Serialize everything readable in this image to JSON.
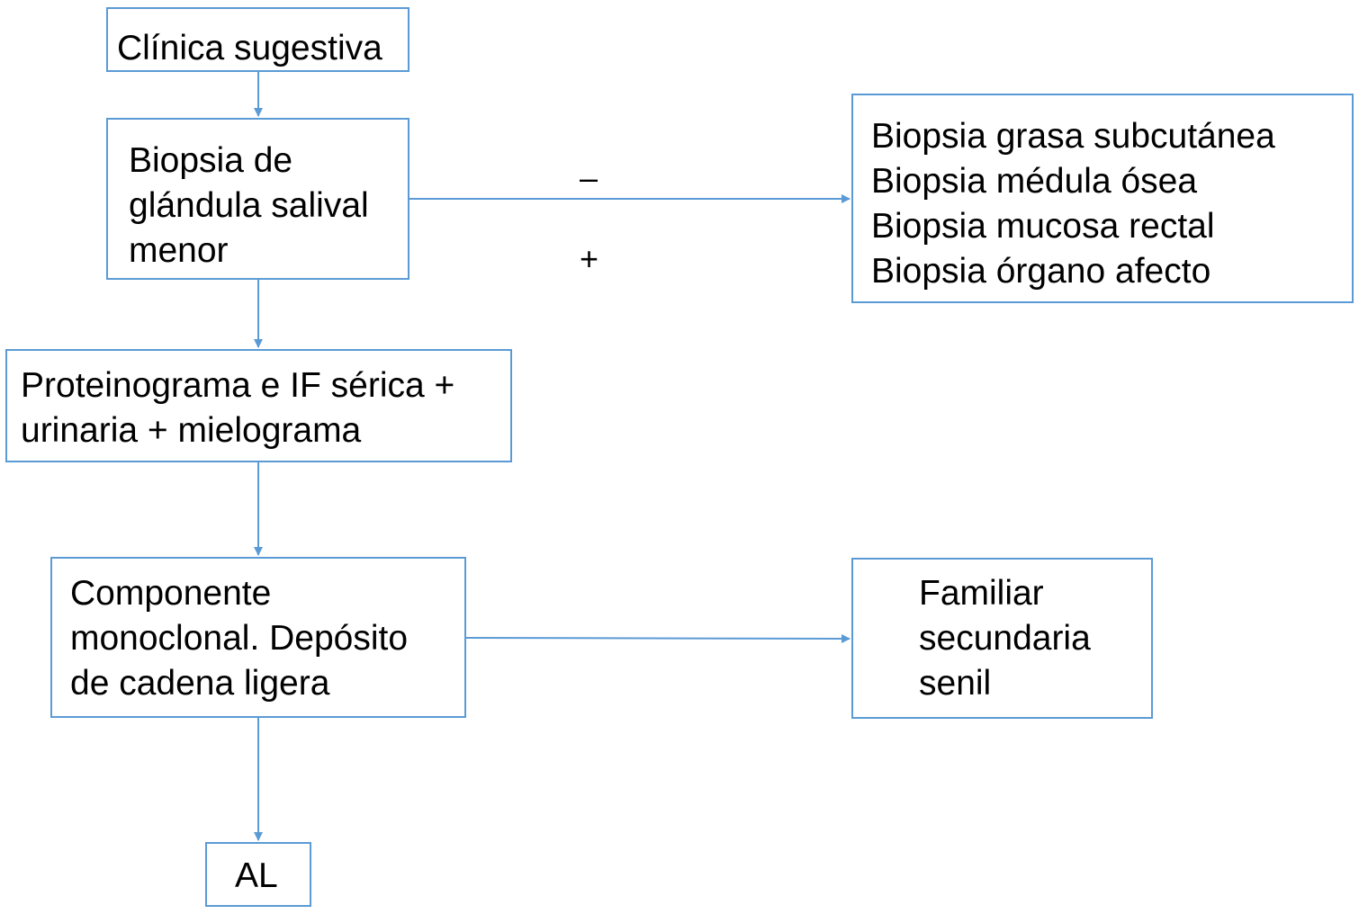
{
  "nodes": {
    "clinica": {
      "lines": [
        "Clínica sugestiva"
      ]
    },
    "biopsia_glandula": {
      "lines": [
        "Biopsia de",
        "glándula salival",
        "menor"
      ]
    },
    "biopsias_alternativas": {
      "lines": [
        "Biopsia grasa subcutánea",
        "Biopsia médula ósea",
        "Biopsia mucosa rectal",
        "Biopsia órgano afecto"
      ]
    },
    "proteinograma": {
      "lines": [
        "Proteinograma e IF sérica +",
        "urinaria + mielograma"
      ]
    },
    "componente": {
      "lines": [
        "Componente",
        "monoclonal. Depósito",
        "de cadena ligera"
      ]
    },
    "otras_formas": {
      "lines": [
        "Familiar",
        "secundaria",
        "senil"
      ]
    },
    "al": {
      "lines": [
        "AL"
      ]
    }
  },
  "edge_labels": {
    "negative": "–",
    "positive": "+"
  },
  "colors": {
    "stroke": "#5b9bd5",
    "text": "#000000",
    "background": "#ffffff"
  }
}
